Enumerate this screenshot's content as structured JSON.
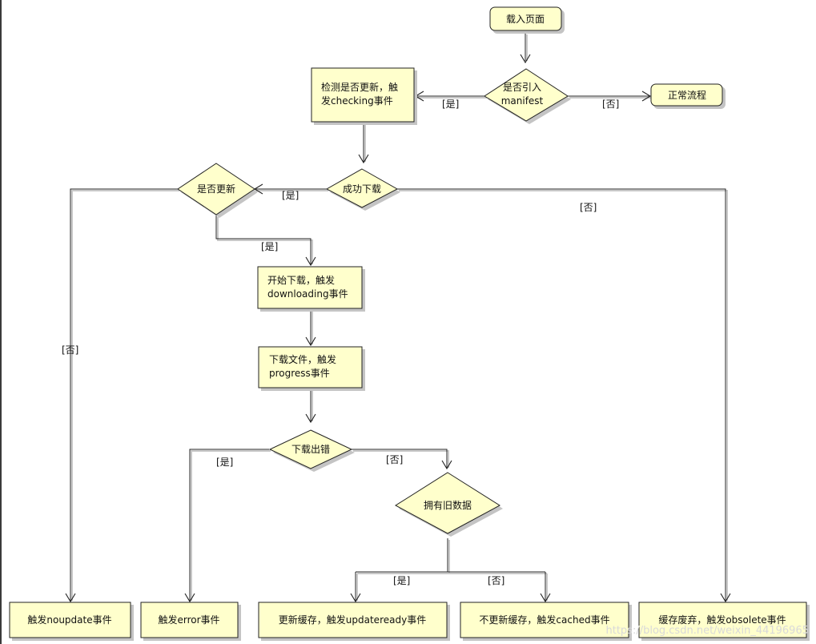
{
  "nodes": {
    "start": "载入页面",
    "q_manifest_1": "是否引入",
    "q_manifest_2": "manifest",
    "normal": "正常流程",
    "check_1": "检测是否更新，触",
    "check_2": "发checking事件",
    "q_download_ok": "成功下载",
    "q_updated": "是否更新",
    "start_dl_1": "开始下载，触发",
    "start_dl_2": "downloading事件",
    "progress_1": "下载文件，触发",
    "progress_2": "progress事件",
    "q_dl_error": "下载出错",
    "q_old_data": "拥有旧数据",
    "noupdate": "触发noupdate事件",
    "error": "触发error事件",
    "updateready": "更新缓存，触发updateready事件",
    "cached": "不更新缓存，触发cached事件",
    "obsolete": "缓存废弃，触发obsolete事件"
  },
  "guards": {
    "manifest_yes": "[是]",
    "manifest_no": "[否]",
    "download_yes": "[是]",
    "download_no": "[否]",
    "updated_yes": "[是]",
    "updated_no": "[否]",
    "error_yes": "[是]",
    "error_no": "[否]",
    "old_yes": "[是]",
    "old_no": "[否]"
  },
  "watermark": "https://blog.csdn.net/weixin_44196965"
}
